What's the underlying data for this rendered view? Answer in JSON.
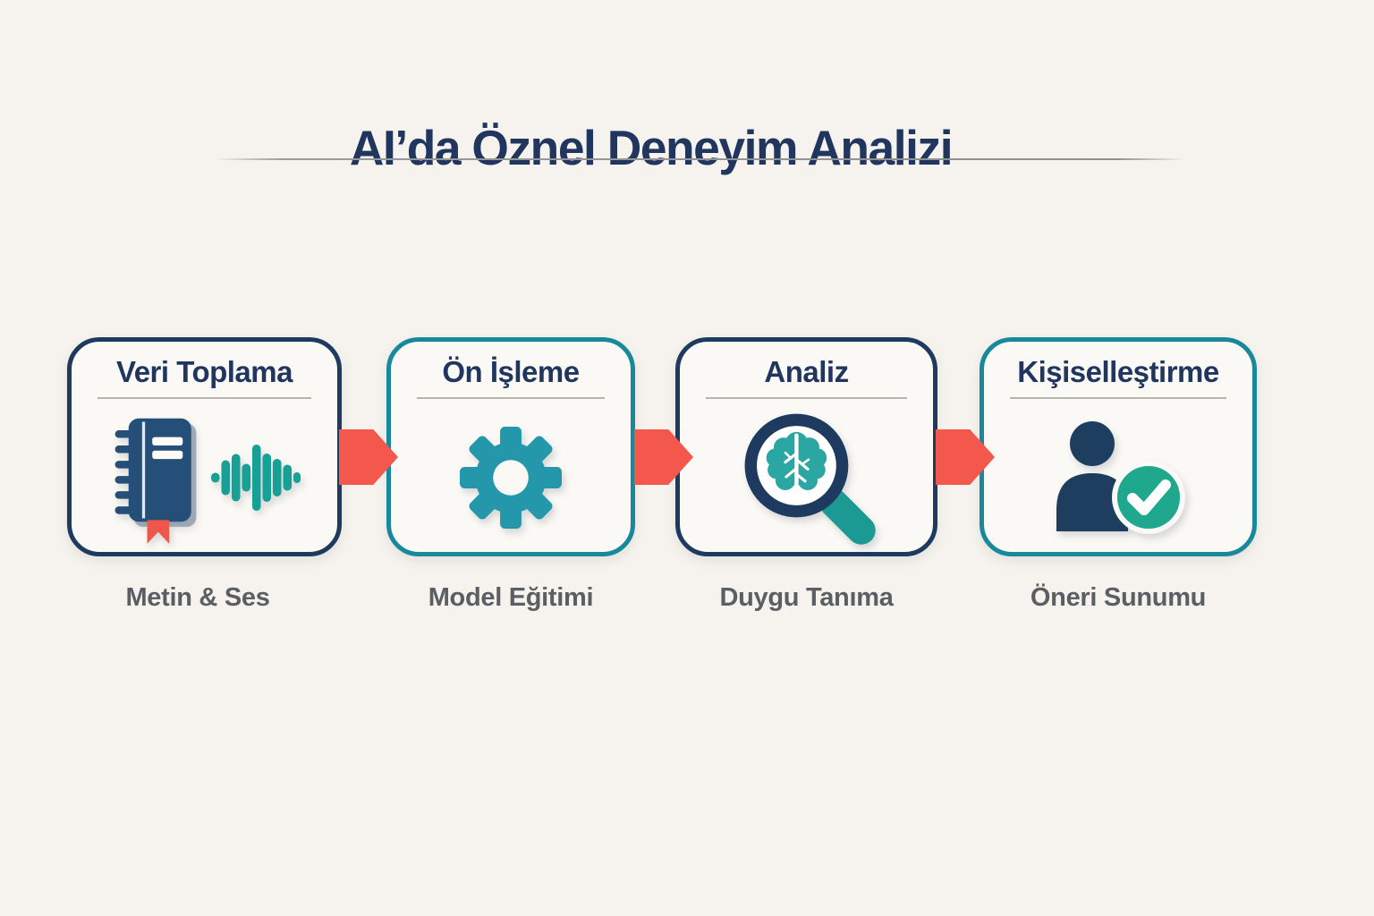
{
  "title": "AI’da Öznel Deneyim Analizi",
  "steps": [
    {
      "label": "Veri Toplama",
      "caption": "Metin & Ses",
      "icons": [
        "notebook-icon",
        "audio-waveform-icon"
      ]
    },
    {
      "label": "Ön İşleme",
      "caption": "Model Eğitimi",
      "icons": [
        "gear-icon"
      ]
    },
    {
      "label": "Analiz",
      "caption": "Duygu Tanıma",
      "icons": [
        "brain-magnifier-icon"
      ]
    },
    {
      "label": "Kişiselleştirme",
      "caption": "Öneri Sunumu",
      "icons": [
        "person-check-icon"
      ]
    }
  ],
  "colors": {
    "background": "#f6f3ee",
    "card_background": "#fbf9f5",
    "navy_border": "#1e3a5f",
    "teal_border": "#17899b",
    "arrow_accent": "#f4584c",
    "icon_navy": "#254e78",
    "icon_teal": "#2497ab",
    "waveform_teal": "#16a096",
    "check_green": "#1fa88d",
    "bookmark_red": "#ee584c",
    "title_text": "#21365e",
    "caption_text": "#5b5e63"
  }
}
